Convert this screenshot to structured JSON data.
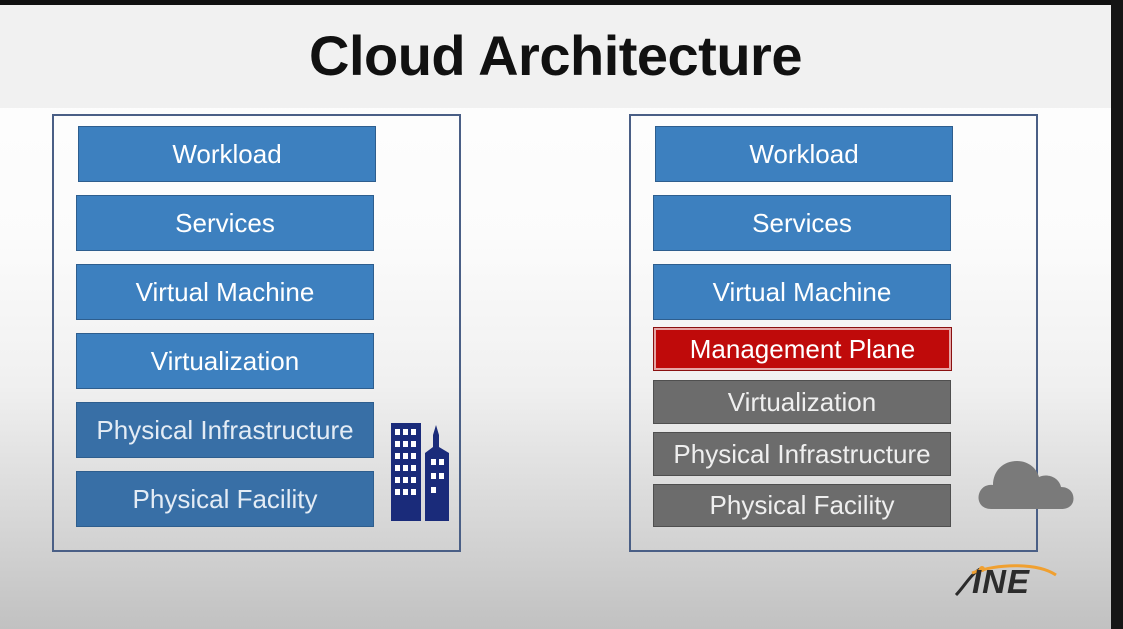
{
  "title": "Cloud Architecture",
  "left_stack": {
    "layers": [
      "Workload",
      "Services",
      "Virtual Machine",
      "Virtualization",
      "Physical Infrastructure",
      "Physical Facility"
    ]
  },
  "right_stack": {
    "layers": [
      "Workload",
      "Services",
      "Virtual Machine",
      "Management Plane",
      "Virtualization",
      "Physical Infrastructure",
      "Physical Facility"
    ]
  },
  "logo": "INE",
  "colors": {
    "layer_blue": "#3d80bf",
    "management_red": "#bf0a0a",
    "layer_grey": "#6c6c6c",
    "icon_navy": "#1a2b7a",
    "cloud_grey": "#7a7a7a",
    "logo_orange": "#f0a030"
  }
}
